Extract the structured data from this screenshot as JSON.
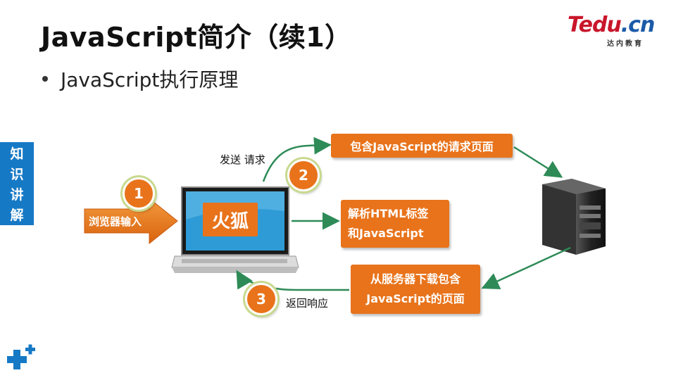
{
  "title": "JavaScript简介（续1）",
  "bullet": "JavaScript执行原理",
  "logo": {
    "text_main": "Tedu",
    "text_suffix": ".cn",
    "text_sub": "达内教育"
  },
  "sidebar_tab": {
    "chars": [
      "知",
      "识",
      "讲",
      "解"
    ]
  },
  "diagram": {
    "input_label": "浏览器输入",
    "screen_label": "火狐",
    "step_1": "1",
    "step_2": "2",
    "step_3": "3",
    "send_label": "发送 请求",
    "request_box": "包含JavaScript的请求页面",
    "parse_box_line1": "解析HTML标签",
    "parse_box_line2": "和JavaScript",
    "download_box_line1": "从服务器下载包含",
    "download_box_line2": "JavaScript的页面",
    "return_label": "返回响应"
  },
  "colors": {
    "accent_orange": "#e8731b",
    "tab_blue": "#1679c5",
    "arrow_green": "#2e8b57"
  }
}
